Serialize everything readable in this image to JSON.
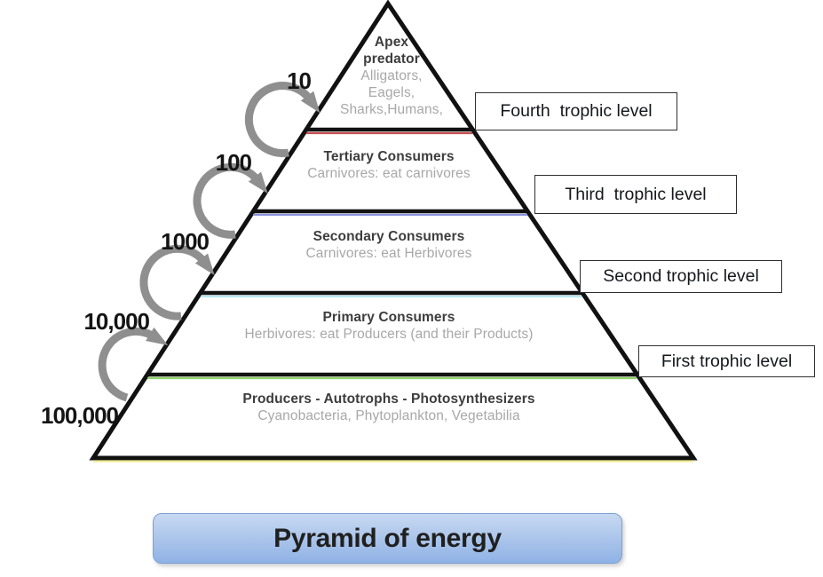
{
  "diagram_title": "Pyramid of energy",
  "pyramid": {
    "levels": [
      {
        "title": "Apex\npredator",
        "subtitle": "Alligators,\nEagels,\nSharks,Humans,"
      },
      {
        "title": "Tertiary Consumers",
        "subtitle": "Carnivores: eat carnivores"
      },
      {
        "title": "Secondary Consumers",
        "subtitle": "Carnivores: eat Herbivores"
      },
      {
        "title": "Primary Consumers",
        "subtitle": "Herbivores: eat Producers (and their Products)"
      },
      {
        "title": "Producers - Autotrophs - Photosynthesizers",
        "subtitle": "Cyanobacteria, Phytoplankton, Vegetabilia"
      }
    ],
    "energy_values": [
      "10",
      "100",
      "1000",
      "10,000",
      "100,000"
    ]
  },
  "trophic_boxes": [
    "Fourth  trophic level",
    "Third  trophic level",
    "Second trophic level",
    "First trophic level"
  ],
  "banner": {
    "title": "Pyramid of energy"
  },
  "colors": {
    "arrow": "#8f8f8f",
    "pyramid_outline": "#111111",
    "divider": "#121212",
    "divider_underlines": [
      "#c94f4f",
      "#8a93de",
      "#b9e6ef",
      "#8ed468",
      "#eeeb8f"
    ],
    "banner_fill_top": "#c8d9f1",
    "banner_fill_bottom": "#8fb2e5",
    "banner_border": "#7aa0d4",
    "level_title_text": "#3d3d3d",
    "level_subtitle_text": "#a8a8a8"
  }
}
